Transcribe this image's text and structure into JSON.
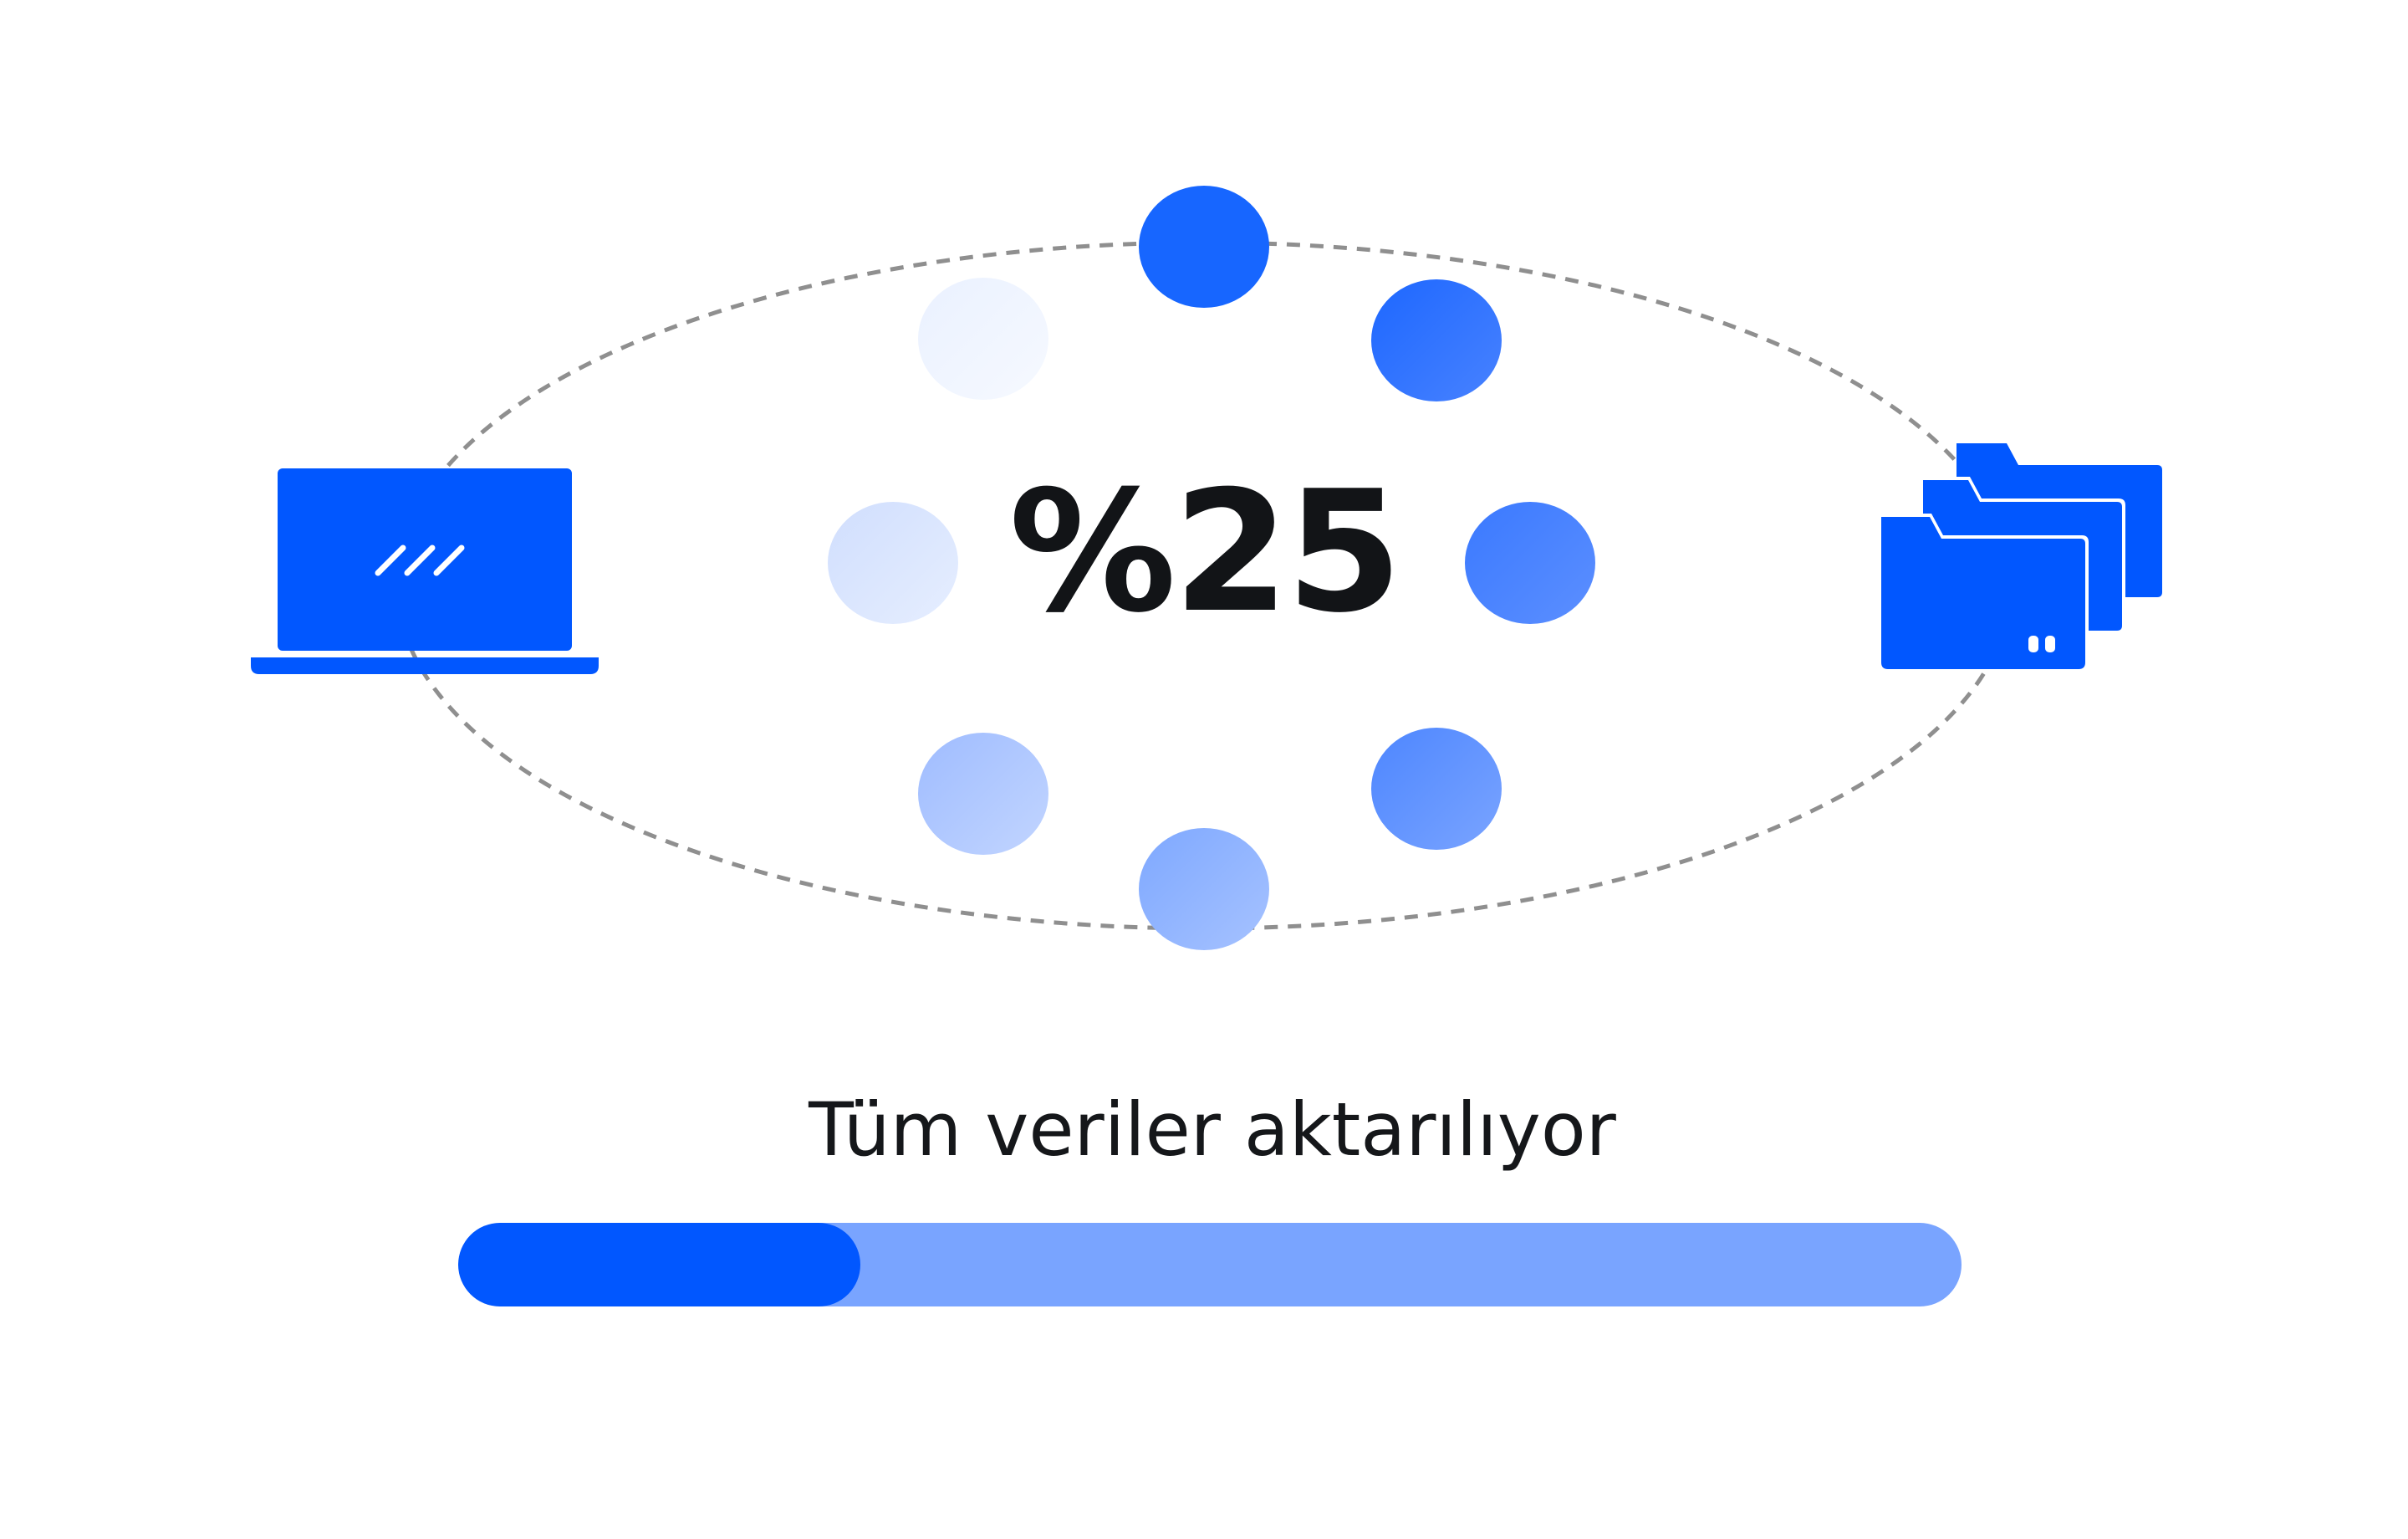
{
  "transfer": {
    "percent_text": "%25",
    "status_text": "Tüm veriler aktarılıyor",
    "progress_fraction": 0.25
  },
  "icons": {
    "source": "laptop-icon",
    "destination": "folders-icon"
  },
  "colors": {
    "accent": "#0157ff",
    "progress_track": "#79a4ff",
    "orbit_stroke": "#8f8f8f",
    "text": "#121417"
  }
}
